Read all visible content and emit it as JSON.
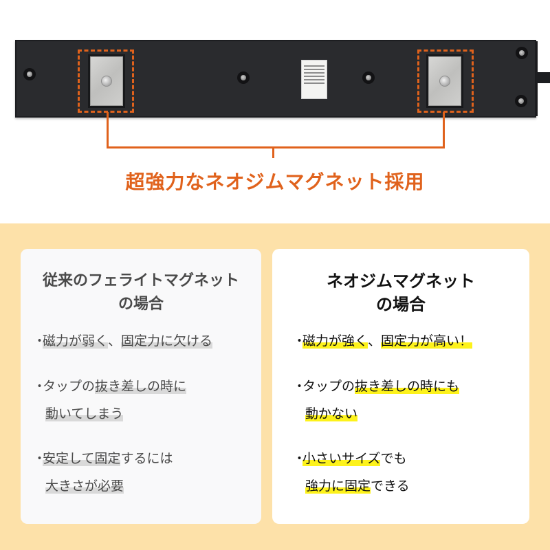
{
  "photo": {
    "product": "power-strip-underside",
    "callout_color": "#e0621c",
    "headline": "超強力なネオジムマグネット採用"
  },
  "colors": {
    "accent_orange": "#e0621c",
    "band_bg": "#fde1a9",
    "highlight_yellow": "#fdf21b",
    "highlight_gray": "#d9d9d9"
  },
  "left_card": {
    "title_line1": "従来のフェライトマグネット",
    "title_line2": "の場合",
    "bullets": [
      {
        "dot": "・",
        "parts": [
          {
            "text": "磁力が弱く",
            "hl": true
          },
          {
            "text": "、",
            "hl": false
          },
          {
            "text": "固定力に欠ける",
            "hl": true
          }
        ]
      },
      {
        "dot": "・",
        "parts": [
          {
            "text": "タップの",
            "hl": false
          },
          {
            "text": "抜き差しの時に",
            "hl": true
          }
        ],
        "line2": [
          {
            "text": "動いてしまう",
            "hl": true
          }
        ]
      },
      {
        "dot": "・",
        "parts": [
          {
            "text": "安定して固定",
            "hl": true
          },
          {
            "text": "するには",
            "hl": false
          }
        ],
        "line2": [
          {
            "text": "大きさが必要",
            "hl": true
          }
        ]
      }
    ]
  },
  "right_card": {
    "title_line1": "ネオジムマグネット",
    "title_line2": "の場合",
    "bullets": [
      {
        "dot": "・",
        "parts": [
          {
            "text": "磁力が強く",
            "hl": true
          },
          {
            "text": "、",
            "hl": false
          },
          {
            "text": "固定力が高い！",
            "hl": true
          }
        ]
      },
      {
        "dot": "・",
        "parts": [
          {
            "text": "タップの",
            "hl": false
          },
          {
            "text": "抜き差しの時にも",
            "hl": true
          }
        ],
        "line2": [
          {
            "text": "動かない",
            "hl": true
          }
        ]
      },
      {
        "dot": "・",
        "parts": [
          {
            "text": "小さいサイズ",
            "hl": true
          },
          {
            "text": "でも",
            "hl": false
          }
        ],
        "line2": [
          {
            "text": "強力に固定",
            "hl": true
          },
          {
            "text": "できる",
            "hl": false
          }
        ]
      }
    ]
  }
}
